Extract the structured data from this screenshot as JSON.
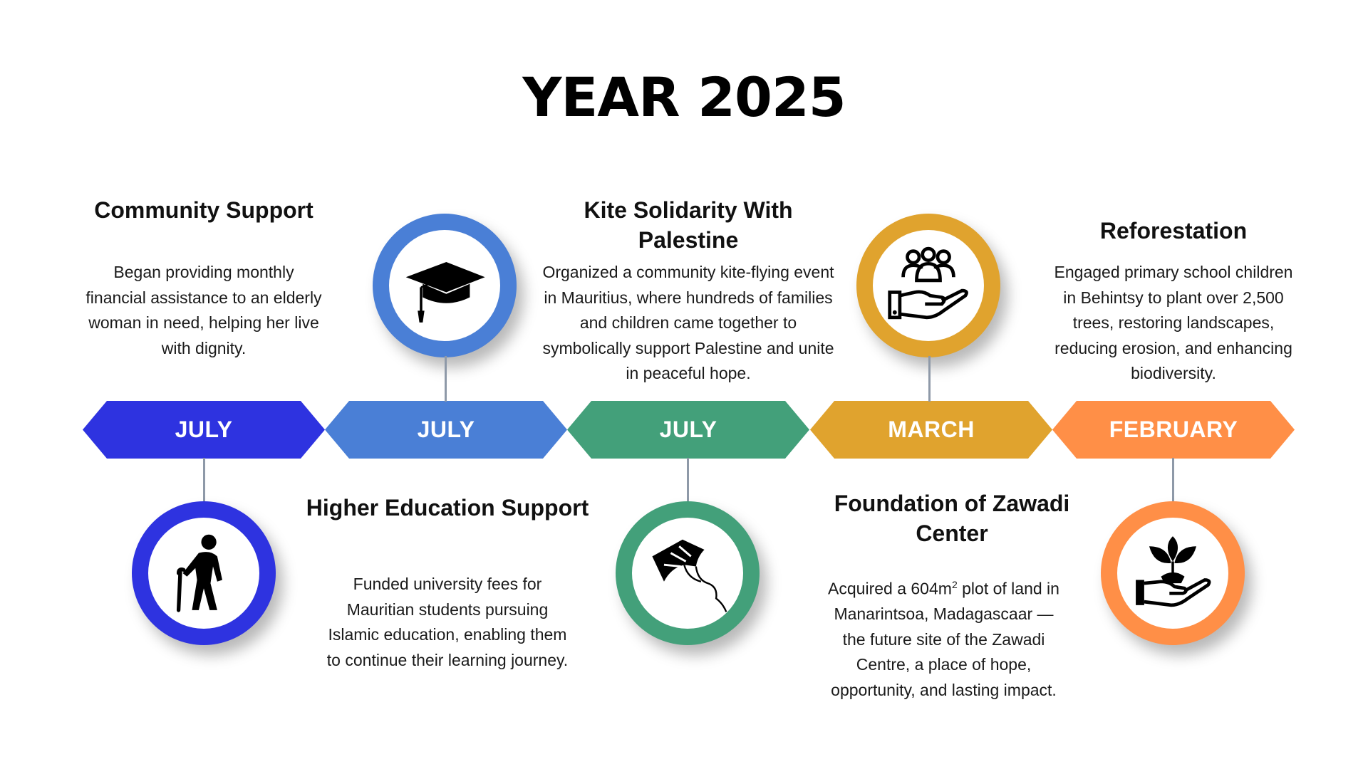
{
  "title": "YEAR 2025",
  "events": [
    {
      "month": "JULY",
      "color": "#2E33E0",
      "heading": "Community Support",
      "description": "Began providing monthly financial assistance to an elderly woman in need, helping her live with dignity.",
      "icon": "elderly-person-icon"
    },
    {
      "month": "JULY",
      "color": "#4A7FD6",
      "heading": "Higher Education Support",
      "description": "Funded university fees for Mauritian students pursuing Islamic education, enabling them to continue their learning journey.",
      "icon": "graduation-cap-icon"
    },
    {
      "month": "JULY",
      "color": "#43A07A",
      "heading": "Kite Solidarity With Palestine",
      "description": "Organized a community kite-flying event in Mauritius, where hundreds of families and children came together to symbolically support Palestine and unite in peaceful hope.",
      "icon": "kite-icon"
    },
    {
      "month": "MARCH",
      "color": "#E0A32E",
      "heading": "Foundation of Zawadi Center",
      "description_before": "Acquired a 604m",
      "description_sup": "2",
      "description_after": " plot of land in Manarintsoa, Madagascaar — the future site of the Zawadi Centre, a place of hope, opportunity, and lasting impact.",
      "icon": "community-hand-icon"
    },
    {
      "month": "FEBRUARY",
      "color": "#FF8F47",
      "heading": "Reforestation",
      "description": "Engaged primary school children in Behintsy to plant over 2,500 trees, restoring landscapes, reducing erosion, and enhancing biodiversity.",
      "icon": "plant-in-hand-icon"
    }
  ]
}
